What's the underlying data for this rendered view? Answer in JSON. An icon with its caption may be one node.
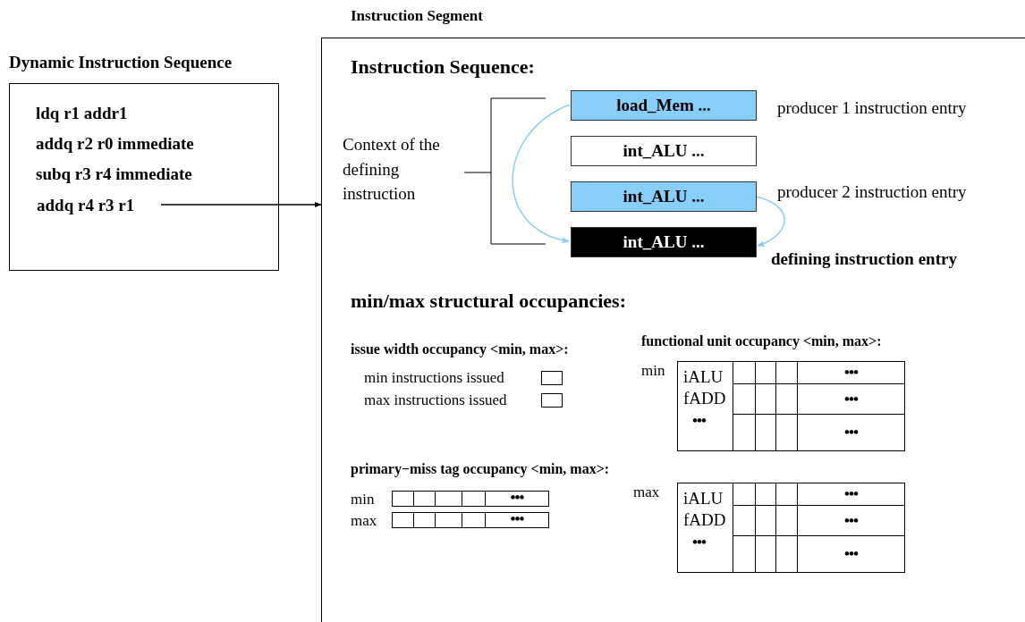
{
  "diagram": {
    "nodes": [
      {
        "text": [
          "Dynamic Instruction Sequence",
          "ldq  r1 addr1",
          "addq r2 r0 immediate",
          "subq r3 r4 immediate"
        ]
      },
      {
        "text": [
          "addq r4 r3 r1"
        ],
        "in": 0
      },
      {
        "text": [
          "Instruction Segment"
        ]
      },
      {
        "text": [
          "load_Mem ..."
        ],
        "in": 2,
        "beside": [
          "producer 1 instruction entry"
        ]
      },
      {
        "text": [
          "int_ALU ..."
        ],
        "in": 2
      },
      {
        "text": [
          "int_ALU ..."
        ],
        "in": 2,
        "beside": [
          "producer 2 instruction entry"
        ]
      },
      {
        "text": [
          "int_ALU ..."
        ],
        "in": 2,
        "beside": [
          "defining instruction entry"
        ]
      }
    ],
    "edges": [
      {
        "from": 1,
        "to": 2,
        "arrow": "to",
        "color": "#000000"
      },
      {
        "from": 3,
        "to": 6,
        "arrow": "to",
        "color": "#87cefa"
      },
      {
        "from": 5,
        "to": 6,
        "arrow": "to",
        "color": "#87cefa"
      }
    ],
    "labels": [
      "Instruction Sequence:",
      "Context of the defining instruction",
      "min/max structural occupancies:",
      "issue width occupancy <min, max>:",
      "min instructions issued",
      "max instructions issued",
      "primary−miss tag occupancy <min, max>:",
      "min",
      "•••",
      "max",
      "•••",
      "functional unit occupancy <min, max>:",
      "min",
      "iALU",
      "fADD",
      "•••",
      "•••",
      "•••",
      "•••",
      "max",
      "iALU",
      "fADD",
      "•••",
      "•••",
      "•••",
      "•••"
    ]
  }
}
